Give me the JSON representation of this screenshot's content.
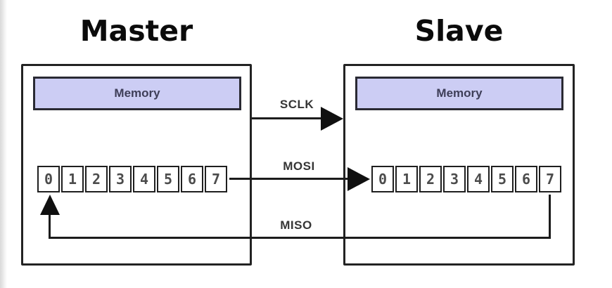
{
  "diagram": {
    "type": "spi-bus-block-diagram",
    "master": {
      "title": "Master",
      "memory_label": "Memory",
      "register_cells": [
        "0",
        "1",
        "2",
        "3",
        "4",
        "5",
        "6",
        "7"
      ]
    },
    "slave": {
      "title": "Slave",
      "memory_label": "Memory",
      "register_cells": [
        "0",
        "1",
        "2",
        "3",
        "4",
        "5",
        "6",
        "7"
      ]
    },
    "signals": [
      {
        "name": "SCLK",
        "direction": "master-to-slave"
      },
      {
        "name": "MOSI",
        "direction": "master-shift-register-to-slave-shift-register"
      },
      {
        "name": "MISO",
        "direction": "slave-bit7-to-master-bit0"
      }
    ],
    "colors": {
      "memory_fill": "#cccdf4",
      "line": "#1c1c1c",
      "register_digit": "#4c4c4c",
      "title_text": "#0b0b0b",
      "label_text": "#353535"
    }
  }
}
